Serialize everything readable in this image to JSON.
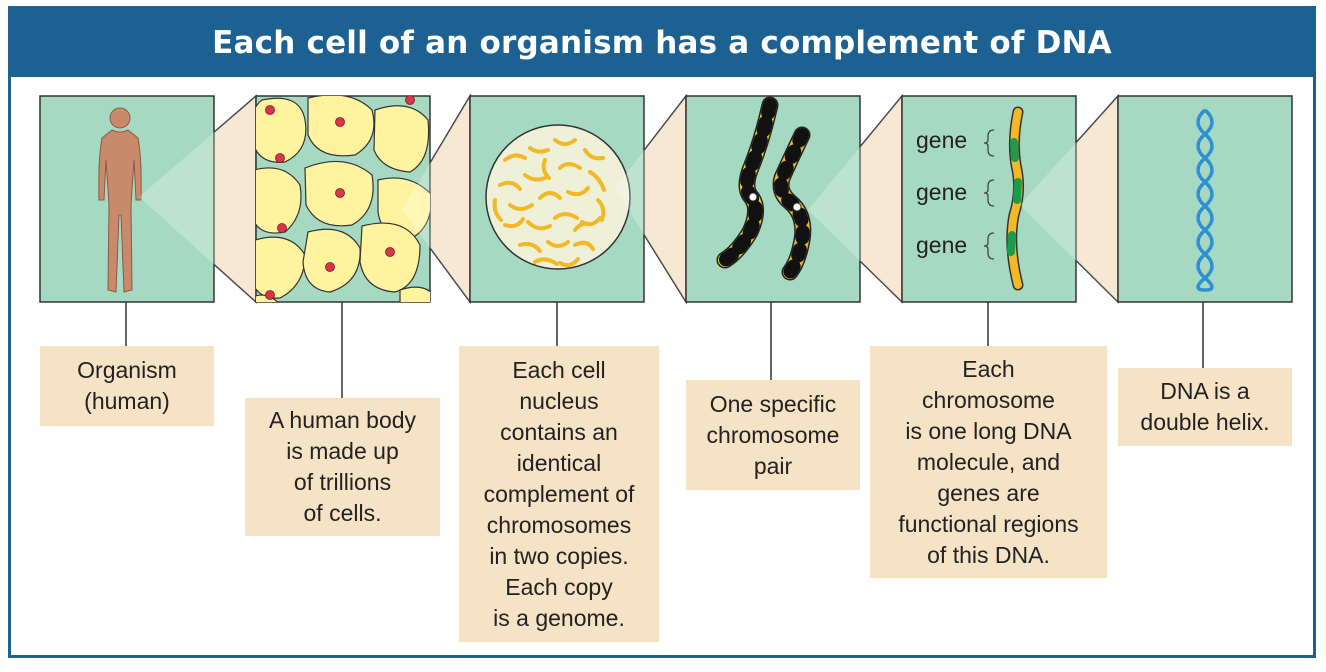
{
  "title": "Each cell of an organism has a complement of DNA",
  "colors": {
    "title_bar": "#1c6191",
    "panel_bg": "#a6d9c1",
    "label_bg": "#f6e2c5",
    "cell_yellow": "#fff3a0",
    "nucleus_red": "#d8374a",
    "chromosome_yellow": "#f2b827",
    "gene_green": "#1f9a4a",
    "dna_blue": "#2f8fd2"
  },
  "panels": [
    {
      "name": "organism",
      "image": "human-figure"
    },
    {
      "name": "cells",
      "image": "cell-cluster"
    },
    {
      "name": "nucleus",
      "image": "nucleus-with-chromosomes"
    },
    {
      "name": "chromosome-pair",
      "image": "chromosome-pair"
    },
    {
      "name": "genes",
      "image": "chromosome-with-genes"
    },
    {
      "name": "dna",
      "image": "double-helix"
    }
  ],
  "gene_labels": [
    "gene",
    "gene",
    "gene"
  ],
  "labels": [
    {
      "lines": [
        "Organism",
        "(human)"
      ]
    },
    {
      "lines": [
        "A human body",
        "is made up",
        "of trillions",
        "of cells."
      ]
    },
    {
      "lines": [
        "Each cell",
        "nucleus",
        "contains an",
        "identical",
        "complement of",
        "chromosomes",
        "in two copies.",
        "Each copy",
        "is a genome."
      ]
    },
    {
      "lines": [
        "One specific",
        "chromosome",
        "pair"
      ]
    },
    {
      "lines": [
        "Each",
        "chromosome",
        "is one long DNA",
        "molecule, and",
        "genes are",
        "functional regions",
        "of this DNA."
      ]
    },
    {
      "lines": [
        "DNA is a",
        "double helix."
      ]
    }
  ]
}
